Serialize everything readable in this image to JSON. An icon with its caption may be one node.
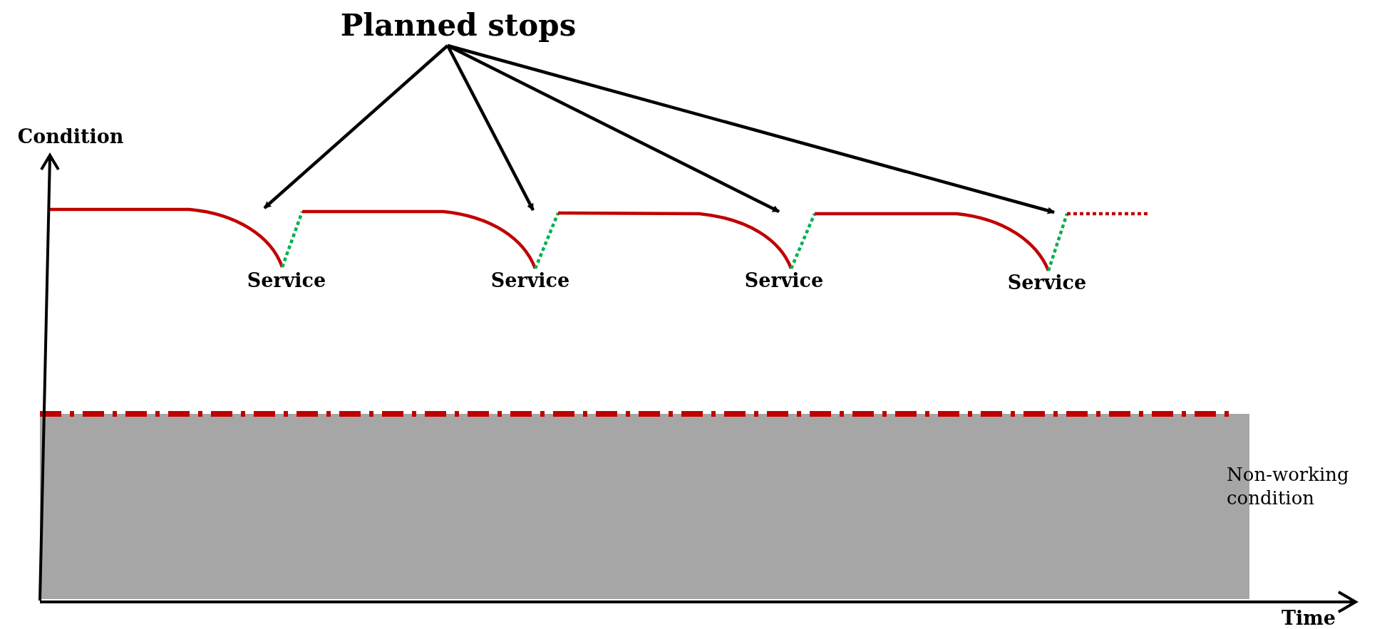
{
  "diagram": {
    "nodes": [
      {
        "text": [
          "Planned stops"
        ]
      },
      {
        "text": [],
        "shape": "curve",
        "beside": [
          "Service"
        ]
      },
      {
        "text": [],
        "shape": "curve",
        "beside": [
          "Service"
        ]
      },
      {
        "text": [],
        "shape": "curve",
        "beside": [
          "Service"
        ]
      },
      {
        "text": [],
        "shape": "curve",
        "beside": [
          "Service"
        ]
      },
      {
        "text": [],
        "shape": "box",
        "beside": [
          "Non-working condition"
        ]
      }
    ],
    "edges": [
      {
        "from": 0,
        "to": 1,
        "arrow": "to"
      },
      {
        "from": 0,
        "to": 2,
        "arrow": "to"
      },
      {
        "from": 0,
        "to": 3,
        "arrow": "to"
      },
      {
        "from": 0,
        "to": 4,
        "arrow": "to"
      }
    ],
    "labels": [
      "Condition",
      "Time"
    ]
  }
}
